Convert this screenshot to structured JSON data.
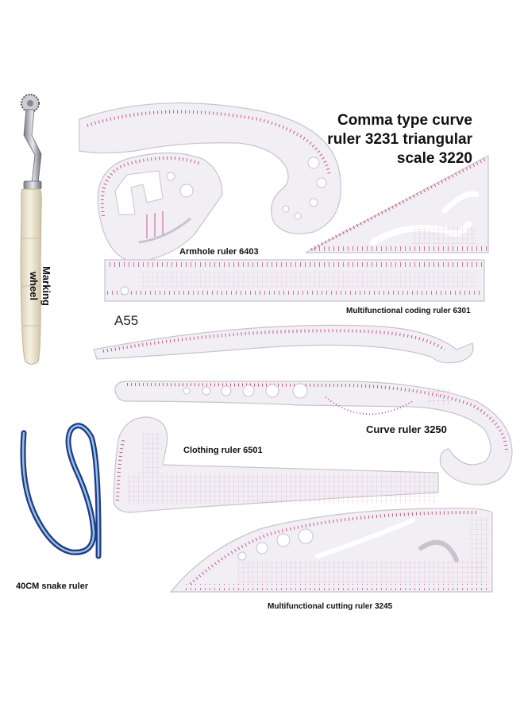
{
  "title": {
    "line1": "Comma type curve",
    "line2": "ruler 3231 triangular",
    "line3": "scale 3220"
  },
  "labels": {
    "armhole": "Armhole ruler 6403",
    "marking_line1": "Marking",
    "marking_line2": "wheel",
    "model": "A55",
    "coding": "Multifunctional coding ruler 6301",
    "curve": "Curve ruler 3250",
    "clothing": "Clothing ruler 6501",
    "snake": "40CM snake ruler",
    "cutting": "Multifunctional cutting ruler 3245"
  },
  "colors": {
    "ruler_fill": "#f1eef4",
    "ruler_edge": "#c9c2cf",
    "tick": "#c25a86",
    "grid": "#dba7c0",
    "handle": "#efe6d2",
    "snake_blue": "#23378a",
    "snake_cyan": "#8fc6de"
  }
}
